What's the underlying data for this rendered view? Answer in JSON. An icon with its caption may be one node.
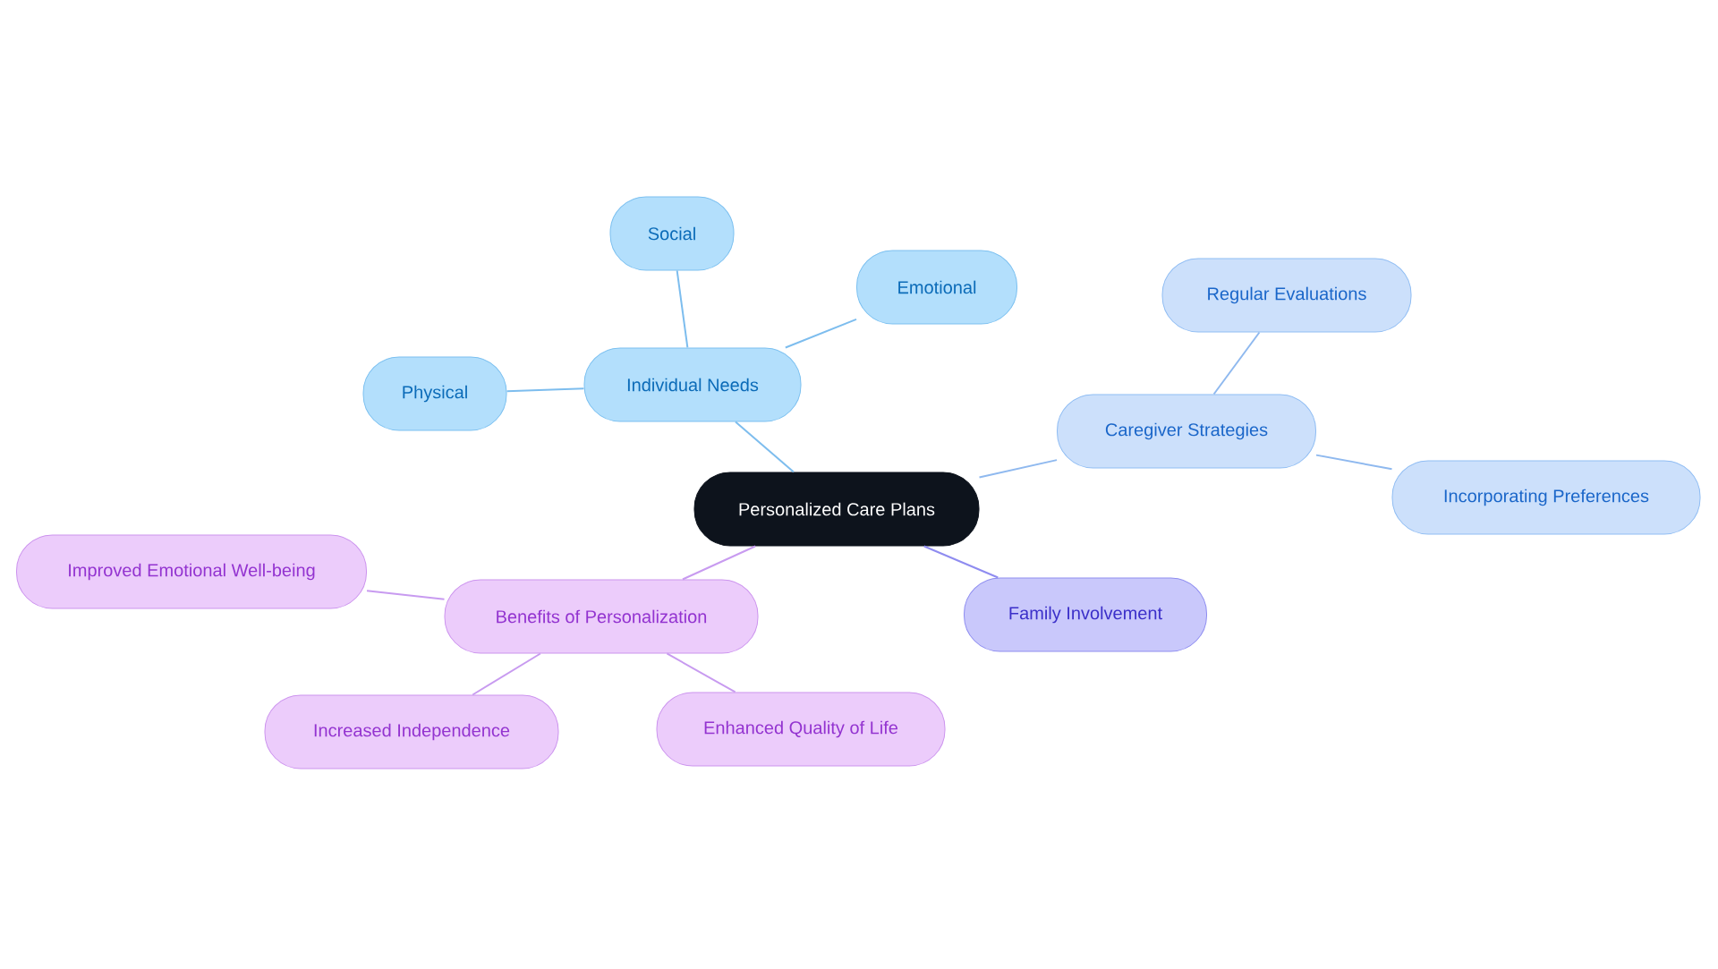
{
  "diagram": {
    "nodes": [
      {
        "text": [
          "Personalized Care Plans"
        ]
      },
      {
        "text": [
          "Individual Needs"
        ]
      },
      {
        "text": [
          "Social"
        ]
      },
      {
        "text": [
          "Emotional"
        ]
      },
      {
        "text": [
          "Physical"
        ]
      },
      {
        "text": [
          "Caregiver Strategies"
        ]
      },
      {
        "text": [
          "Regular Evaluations"
        ]
      },
      {
        "text": [
          "Incorporating Preferences"
        ]
      },
      {
        "text": [
          "Family Involvement"
        ]
      },
      {
        "text": [
          "Benefits of Personalization"
        ]
      },
      {
        "text": [
          "Improved Emotional Well-being"
        ]
      },
      {
        "text": [
          "Increased Independence"
        ]
      },
      {
        "text": [
          "Enhanced Quality of Life"
        ]
      }
    ],
    "edges": [
      {
        "from": 0,
        "to": 1,
        "arrow": "none",
        "color": "#7dbdee"
      },
      {
        "from": 1,
        "to": 2,
        "arrow": "none",
        "color": "#7dbdee"
      },
      {
        "from": 1,
        "to": 3,
        "arrow": "none",
        "color": "#7dbdee"
      },
      {
        "from": 1,
        "to": 4,
        "arrow": "none",
        "color": "#7dbdee"
      },
      {
        "from": 0,
        "to": 5,
        "arrow": "none",
        "color": "#8fb9ef"
      },
      {
        "from": 5,
        "to": 6,
        "arrow": "none",
        "color": "#8fb9ef"
      },
      {
        "from": 5,
        "to": 7,
        "arrow": "none",
        "color": "#8fb9ef"
      },
      {
        "from": 0,
        "to": 8,
        "arrow": "none",
        "color": "#8f8cf0"
      },
      {
        "from": 0,
        "to": 9,
        "arrow": "none",
        "color": "#c89bf0"
      },
      {
        "from": 9,
        "to": 10,
        "arrow": "none",
        "color": "#c89bf0"
      },
      {
        "from": 9,
        "to": 11,
        "arrow": "none",
        "color": "#c89bf0"
      },
      {
        "from": 9,
        "to": 12,
        "arrow": "none",
        "color": "#c89bf0"
      }
    ]
  }
}
